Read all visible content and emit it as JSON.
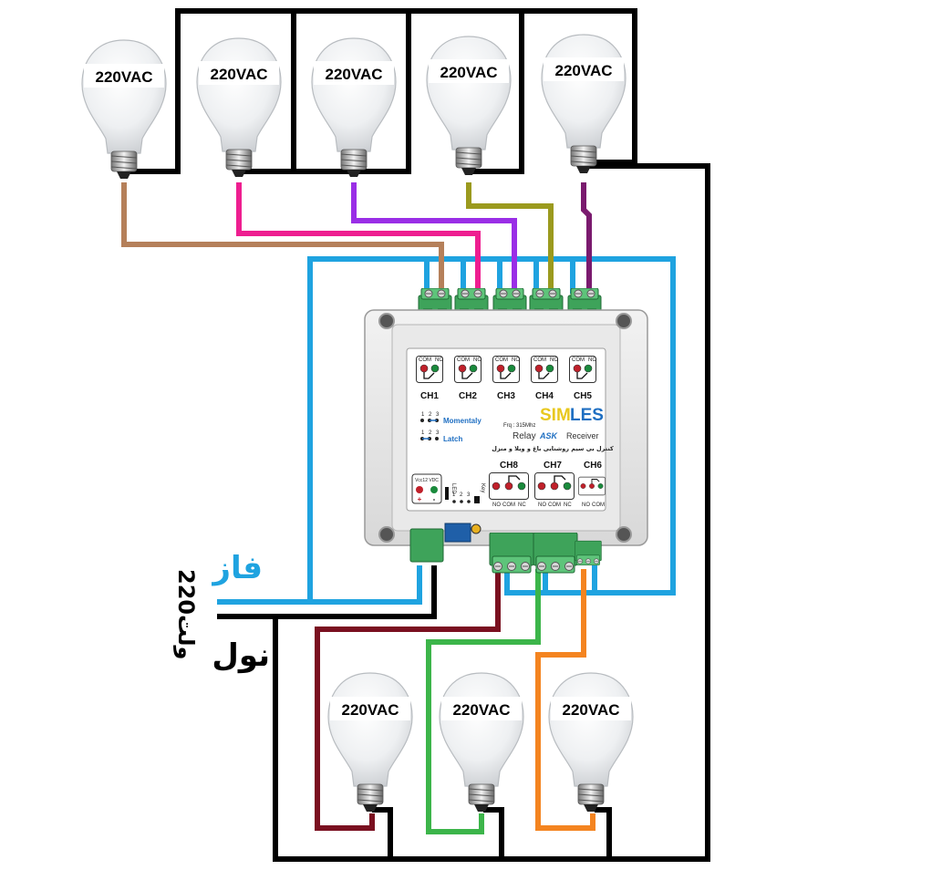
{
  "bulbs": {
    "top": [
      "220VAC",
      "220VAC",
      "220VAC",
      "220VAC",
      "220VAC"
    ],
    "bottom": [
      "220VAC",
      "220VAC",
      "220VAC"
    ]
  },
  "module": {
    "brand_part1": "SIM",
    "brand_part2": "LES",
    "freq": "Frq : 315Mhz",
    "title_left": "Relay",
    "title_mid": "ASK",
    "title_right": "Receiver",
    "subtitle": "کنترل بی سیم روشنایی باغ و ویلا و منزل",
    "top_channels": [
      "CH1",
      "CH2",
      "CH3",
      "CH4",
      "CH5"
    ],
    "top_relay_terms": [
      "COM",
      "NO"
    ],
    "mode_digits": [
      "1",
      "2",
      "3"
    ],
    "mode_momentary": "Momentaly",
    "mode_latch": "Latch",
    "power_label": "Vcc12 VDC",
    "power_plus": "+",
    "power_minus": "-",
    "led_label": "LED",
    "key_label": "Key",
    "key_digits": [
      "1",
      "2",
      "3"
    ],
    "bottom_channels": [
      "CH8",
      "CH7",
      "CH6"
    ],
    "bottom_relay_terms": [
      "NO",
      "COM",
      "NC"
    ]
  },
  "labels": {
    "phase": "فاز",
    "neutral": "نول",
    "voltage": "220ولت"
  },
  "colors": {
    "neutral_wire": "#000000",
    "phase_wire": "#1fa3e0",
    "ch1_wire": "#b5805a",
    "ch2_wire": "#ee1e90",
    "ch3_wire": "#9a2ee6",
    "ch4_wire": "#9b9a1e",
    "ch5_wire": "#7a1a6e",
    "ch6_wire": "#f48420",
    "ch7_wire": "#3cb54a",
    "ch8_wire": "#7a1020",
    "terminal_green": "#3ea35a",
    "brand_yellow": "#e8c81e",
    "brand_blue": "#1f6fc2"
  }
}
